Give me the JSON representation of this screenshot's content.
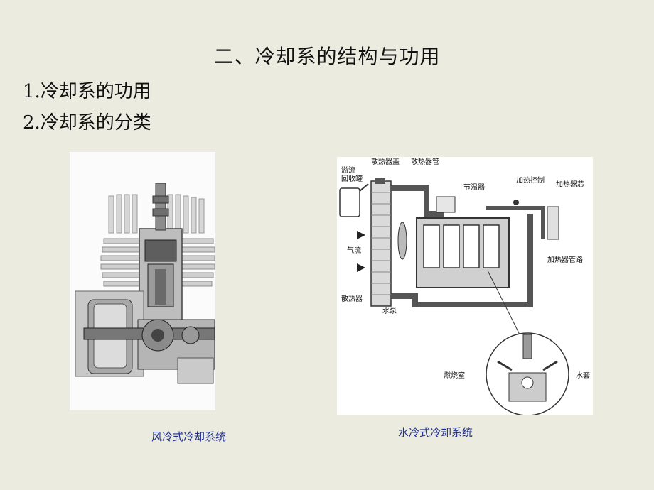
{
  "slide": {
    "title": "二、冷却系的结构与功用",
    "items": [
      "1.冷却系的功用",
      "2.冷却系的分类"
    ]
  },
  "figures": {
    "air": {
      "caption": "风冷式冷却系统"
    },
    "water": {
      "caption": "水冷式冷却系统",
      "labels": {
        "overflow_tank": "溢流回收罐",
        "radiator_cap": "散热器盖",
        "radiator_hose": "散热器管",
        "thermostat": "节温器",
        "heater_control": "加热控制",
        "heater_core": "加热器芯",
        "airflow": "气流",
        "heater_piping": "加热器管路",
        "radiator": "散热器",
        "water_pump": "水泵",
        "combustion_chamber": "燃烧室",
        "water_jacket": "水套"
      }
    }
  },
  "colors": {
    "background": "#ecebe0",
    "caption": "#1e2f8c"
  }
}
